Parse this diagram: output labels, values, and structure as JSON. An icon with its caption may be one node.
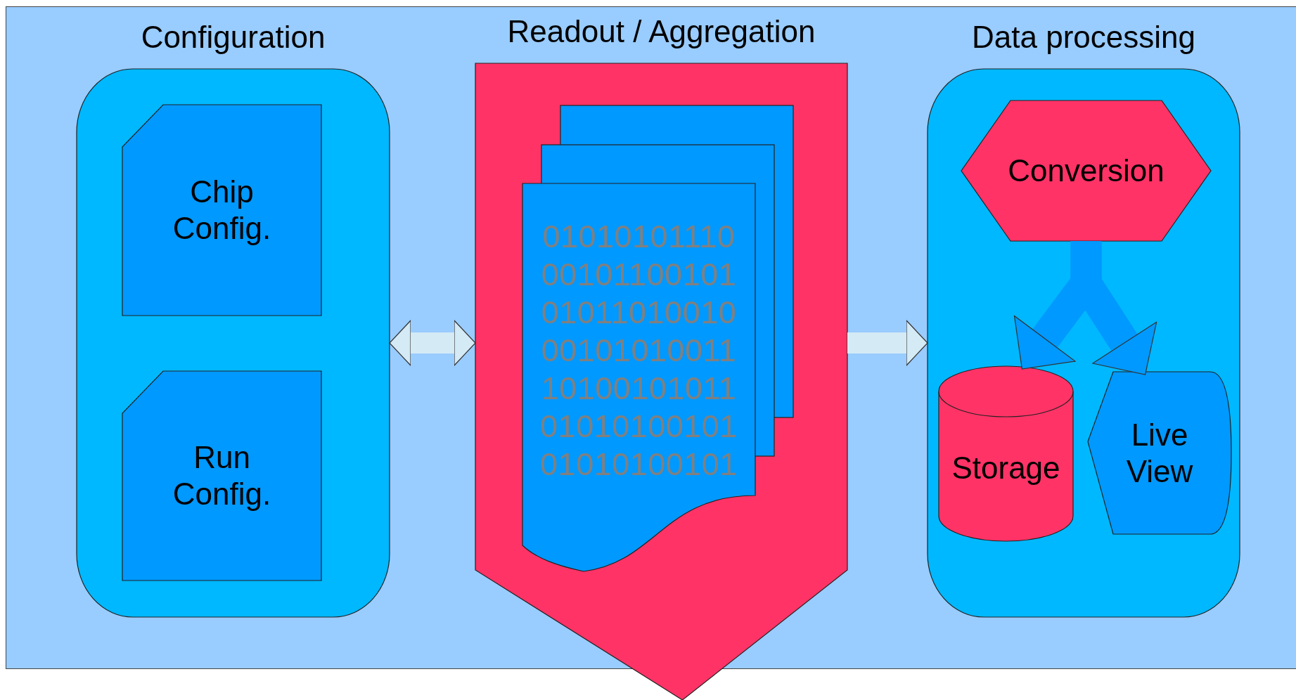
{
  "diagram": {
    "nodes": [
      {
        "text": [
          "Configuration"
        ]
      },
      {
        "text": [
          "Chip Config."
        ],
        "in": 0
      },
      {
        "text": [
          "Run Config."
        ],
        "in": 0
      },
      {
        "text": [
          "Readout / Aggregation"
        ]
      },
      {
        "text": [
          "01010101110",
          "00101100101",
          "01011010010",
          "00101010011",
          "10100101011",
          "01010100101",
          "01010100101"
        ],
        "in": 3
      },
      {
        "text": [
          "Data processing"
        ]
      },
      {
        "text": [
          "Conversion"
        ],
        "in": 5
      },
      {
        "text": [
          "Storage"
        ],
        "in": 5
      },
      {
        "text": [
          "Live View"
        ],
        "in": 5
      }
    ],
    "edges": [
      {
        "from": 0,
        "to": 3,
        "arrow": "both"
      },
      {
        "from": 3,
        "to": 5,
        "arrow": "to"
      },
      {
        "from": 6,
        "to": 7,
        "arrow": "to",
        "color": "#0099ff"
      },
      {
        "from": 6,
        "to": 8,
        "arrow": "to",
        "color": "#0099ff"
      }
    ]
  }
}
